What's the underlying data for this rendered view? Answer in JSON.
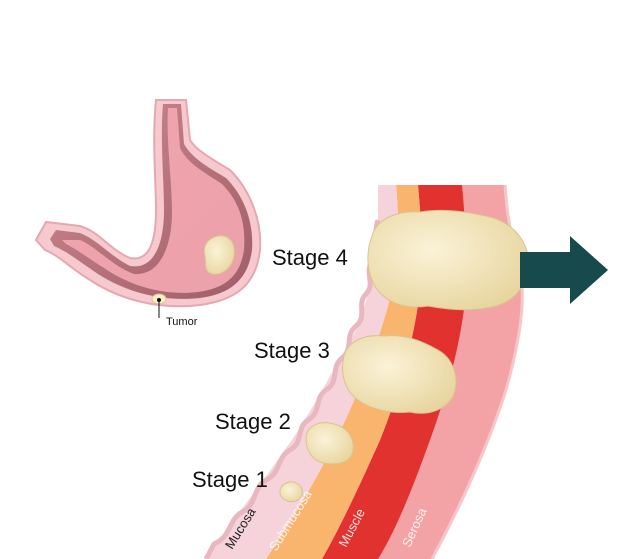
{
  "diagram": {
    "stomach": {
      "tumor_label": "Tumor"
    },
    "stages": [
      {
        "label": "Stage 1"
      },
      {
        "label": "Stage 2"
      },
      {
        "label": "Stage 3"
      },
      {
        "label": "Stage 4"
      }
    ],
    "layers": [
      {
        "label": "Mucosa",
        "color": "#f6d3da"
      },
      {
        "label": "Submucosa",
        "color": "#f9b56d"
      },
      {
        "label": "Muscle",
        "color": "#e2322f"
      },
      {
        "label": "Serosa",
        "color": "#f3a3a6"
      }
    ],
    "colors": {
      "tumor_fill": "#f3e6bd",
      "tumor_stroke": "#d9c48d",
      "arrow": "#174a4c",
      "stomach_outer": "#f2b9c1",
      "stomach_inner": "#b86a74"
    }
  }
}
